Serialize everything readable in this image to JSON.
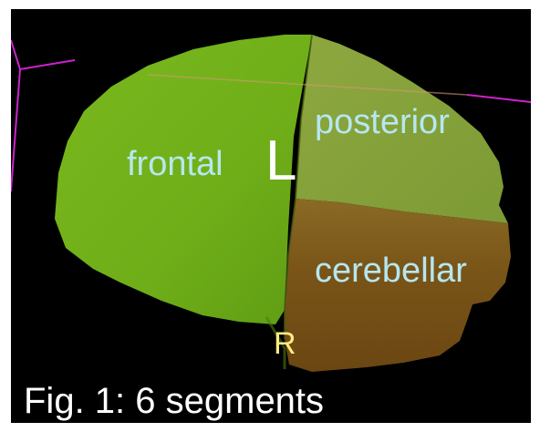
{
  "figure": {
    "labels": {
      "frontal": "frontal",
      "posterior": "posterior",
      "cerebellar": "cerebellar"
    },
    "orientation": {
      "left_marker": "L",
      "right_marker": "R"
    },
    "caption": "Fig. 1: 6 segments"
  },
  "colors": {
    "background": "#000000",
    "frame": "#ffffff",
    "bounding_lines": "#cc22cc",
    "frontal_segment": "#72b21c",
    "posterior_segment": "#8aa23e",
    "cerebellar_segment": "#7a5518",
    "label_text": "#b6e7f0",
    "left_marker": "#ffffff",
    "right_marker": "#ffec80"
  }
}
